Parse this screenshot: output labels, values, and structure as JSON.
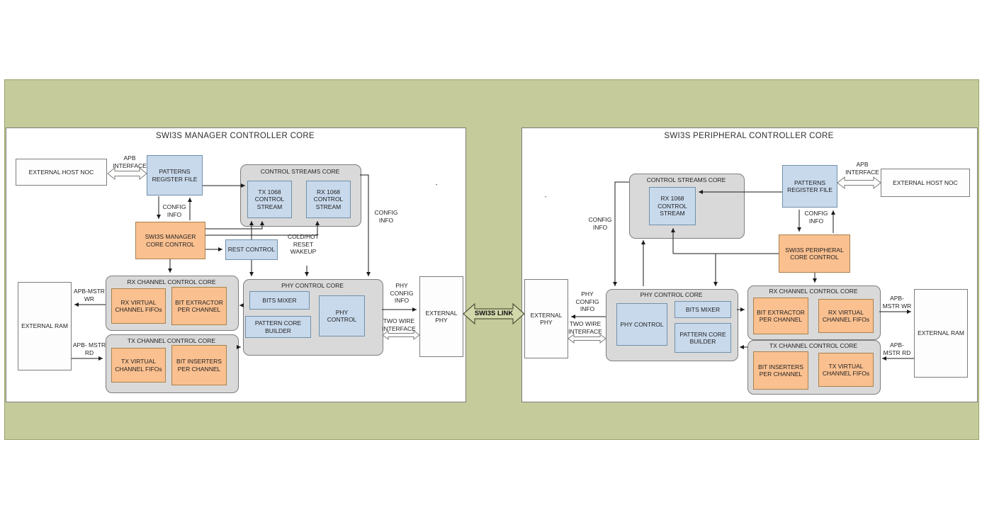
{
  "colors": {
    "background_panel": "#c5cb9a",
    "blue_block": "#c8d9ec",
    "orange_block": "#fac090",
    "container_gray": "#d9d9d9"
  },
  "link": {
    "label": "SWI3S LINK"
  },
  "manager": {
    "title": "SWI3S MANAGER CONTROLLER CORE",
    "external_host_noc": "EXTERNAL HOST NOC",
    "apb_interface": "APB INTERFACE",
    "patterns_register_file": "PATTERNS REGISTER FILE",
    "config_info_a": "CONFIG INFO",
    "control_streams_core": "CONTROL STREAMS CORE",
    "tx_stream": "TX 1068 CONTROL STREAM",
    "rx_stream": "RX 1068 CONTROL STREAM",
    "core_control": "SWI3S MANAGER CORE CONTROL",
    "rest_control": "REST CONTROL",
    "cold_hot_reset": "COLD/HOT RESET WAKEUP",
    "config_info_b": "CONFIG INFO",
    "phy_control_core": "PHY CONTROL CORE",
    "bits_mixer": "BITS MIXER",
    "pattern_core_builder": "PATTERN CORE BUILDER",
    "phy_control": "PHY CONTROL",
    "rx_channel_core": "RX CHANNEL CONTROL CORE",
    "rx_fifos": "RX VIRTUAL CHANNEL FIFOs",
    "bit_extractor": "BIT EXTRACTOR PER CHANNEL",
    "tx_channel_core": "TX CHANNEL CONTROL CORE",
    "tx_fifos": "TX VIRTUAL CHANNEL FIFOs",
    "bit_inserters": "BIT INSERTERS PER CHANNEL",
    "external_ram": "EXTERNAL RAM",
    "apb_mstr_wr": "APB-MSTR WR",
    "apb_mstr_rd": "APB- MSTR RD",
    "external_phy": "EXTERNAL PHY",
    "phy_config_info": "PHY CONFIG INFO",
    "two_wire_interface": "TWO WIRE INTERFACE",
    "dash": "-"
  },
  "peripheral": {
    "title": "SWI3S PERIPHERAL CONTROLLER CORE",
    "external_host_noc": "EXTERNAL HOST NOC",
    "apb_interface": "APB INTERFACE",
    "patterns_register_file": "PATTERNS REGISTER FILE",
    "config_info_a": "CONFIG INFO",
    "config_info_b": "CONFIG INFO",
    "control_streams_core": "CONTROL STREAMS CORE",
    "rx_stream": "RX 1068 CONTROL STREAM",
    "core_control": "SWI3S PERIPHERAL CORE CONTROL",
    "phy_control_core": "PHY CONTROL CORE",
    "phy_control": "PHY CONTROL",
    "bits_mixer": "BITS MIXER",
    "pattern_core_builder": "PATTERN CORE BUILDER",
    "rx_channel_core": "RX CHANNEL CONTROL CORE",
    "bit_extractor": "BIT EXTRACTOR PER CHANNEL",
    "rx_fifos": "RX VIRTUAL CHANNEL FIFOs",
    "tx_channel_core": "TX CHANNEL CONTROL CORE",
    "bit_inserters": "BIT INSERTERS PER CHANNEL",
    "tx_fifos": "TX VIRTUAL CHANNEL FIFOs",
    "external_ram": "EXTERNAL RAM",
    "apb_mstr_wr": "APB- MSTR WR",
    "apb_mstr_rd": "APB- MSTR RD",
    "external_phy": "EXTERNAL PHY",
    "phy_config_info": "PHY CONFIG INFO",
    "two_wire_interface": "TWO WIRE INTERFACE",
    "dash": "-"
  }
}
